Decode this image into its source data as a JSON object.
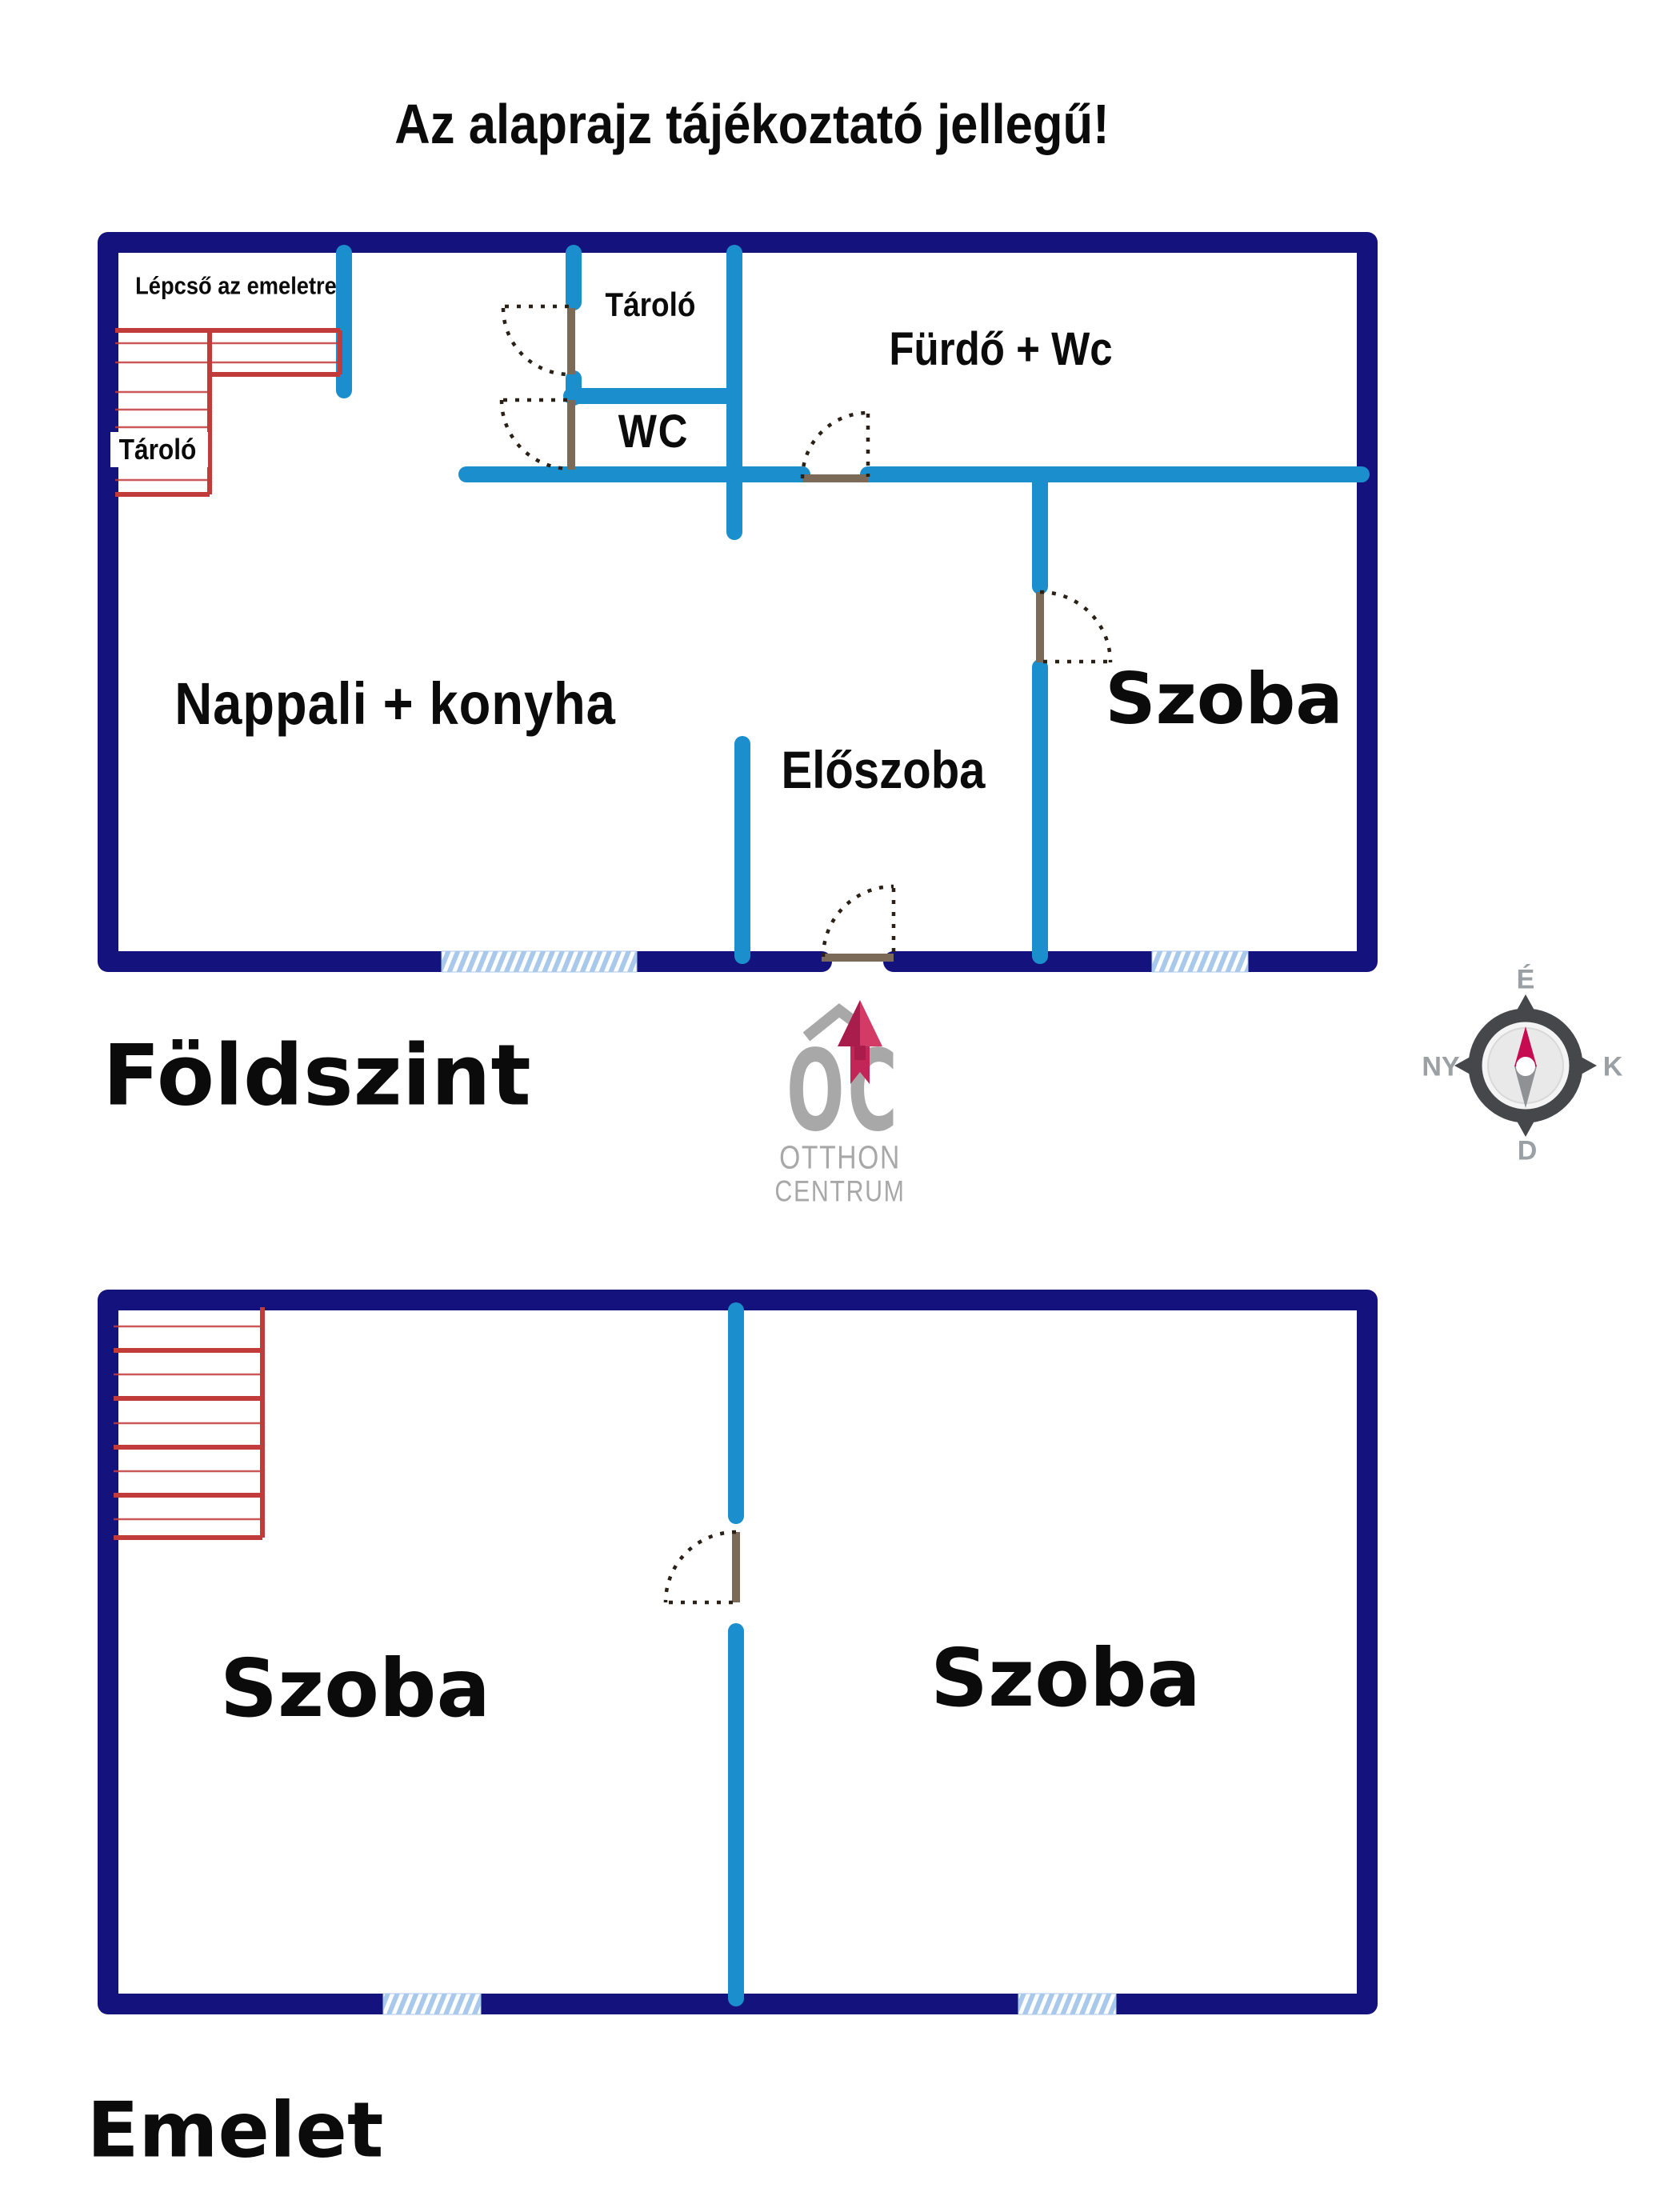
{
  "title": "Az alaprajz tájékoztató jellegű!",
  "floor1": {
    "name": "Földszint",
    "rooms": {
      "stairs_label": "Lépcső az emeletre",
      "storage_left": "Tároló",
      "storage_top": "Tároló",
      "wc": "WC",
      "bathroom": "Fürdő + Wc",
      "living_kitchen": "Nappali + konyha",
      "hallway": "Előszoba",
      "room": "Szoba"
    }
  },
  "floor2": {
    "name": "Emelet",
    "rooms": {
      "room_left": "Szoba",
      "room_right": "Szoba"
    }
  },
  "logo": {
    "monogram": "OC",
    "line1": "OTTHON",
    "line2": "CENTRUM"
  },
  "compass": {
    "north": "É",
    "south": "D",
    "west": "NY",
    "east": "K"
  },
  "colors": {
    "navy": "#14127d",
    "wall_blue": "#1b8fcd",
    "stairs_red": "#c23b3b",
    "door_brown": "#7a6a57",
    "swing_dark": "#2a2016",
    "window_blue": "#a9c9ec",
    "logo_gray": "#a8a8a8",
    "logo_red": "#c22558",
    "logo_red_dark": "#a81d4b",
    "logo_red_light": "#d43a66",
    "needle_red": "#c60b51",
    "needle_gray": "#8f9194",
    "compass_dark": "#46474b",
    "compass_label": "#9aa0a4"
  }
}
